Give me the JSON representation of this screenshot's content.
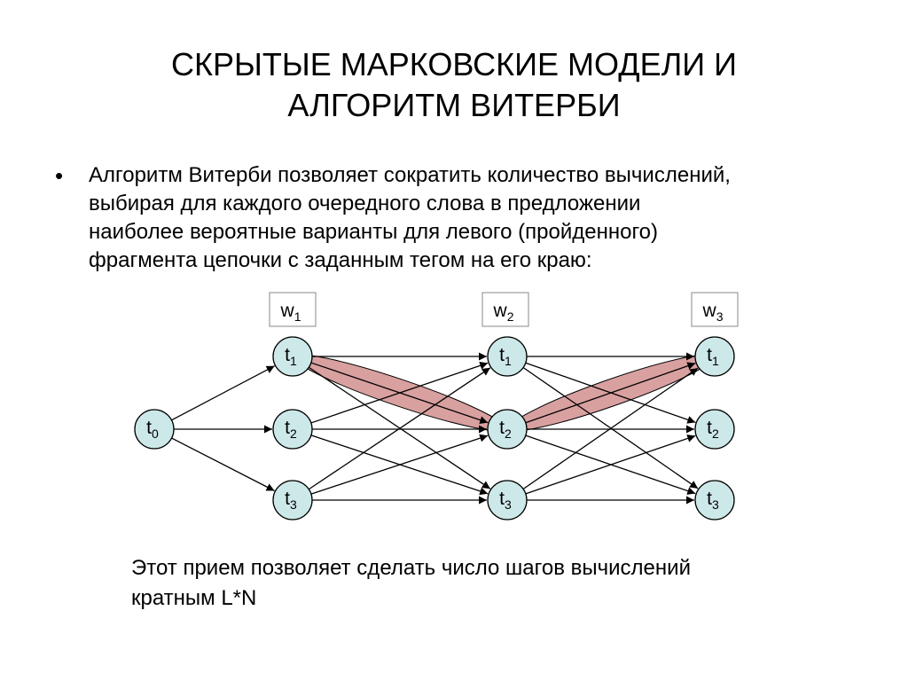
{
  "title": {
    "line1": "СКРЫТЫЕ МАРКОВСКИЕ МОДЕЛИ И",
    "line2": "АЛГОРИТМ ВИТЕРБИ"
  },
  "bullet": {
    "marker": "•",
    "lines": [
      "Алгоритм Витерби позволяет сократить количество вычислений,",
      "выбирая для каждого очередного слова в предложении",
      "наиболее вероятные варианты для левого (пройденного)",
      "фрагмента цепочки с заданным тегом на его краю:"
    ]
  },
  "diagram": {
    "colors": {
      "node_fill": "#cde8e8",
      "node_stroke": "#000000",
      "highlight_fill": "#d9a0a0",
      "edge": "#000000"
    },
    "words": [
      {
        "id": "w1",
        "base": "w",
        "sub": "1"
      },
      {
        "id": "w2",
        "base": "w",
        "sub": "2"
      },
      {
        "id": "w3",
        "base": "w",
        "sub": "3"
      }
    ],
    "nodes": [
      {
        "id": "t0",
        "base": "t",
        "sub": "0"
      },
      {
        "id": "c1t1",
        "base": "t",
        "sub": "1"
      },
      {
        "id": "c1t2",
        "base": "t",
        "sub": "2"
      },
      {
        "id": "c1t3",
        "base": "t",
        "sub": "3"
      },
      {
        "id": "c2t1",
        "base": "t",
        "sub": "1"
      },
      {
        "id": "c2t2",
        "base": "t",
        "sub": "2"
      },
      {
        "id": "c2t3",
        "base": "t",
        "sub": "3"
      },
      {
        "id": "c3t1",
        "base": "t",
        "sub": "1"
      },
      {
        "id": "c3t2",
        "base": "t",
        "sub": "2"
      },
      {
        "id": "c3t3",
        "base": "t",
        "sub": "3"
      }
    ],
    "edges": [
      [
        "t0",
        "c1t1"
      ],
      [
        "t0",
        "c1t2"
      ],
      [
        "t0",
        "c1t3"
      ],
      [
        "c1t1",
        "c2t1"
      ],
      [
        "c1t1",
        "c2t2"
      ],
      [
        "c1t1",
        "c2t3"
      ],
      [
        "c1t2",
        "c2t1"
      ],
      [
        "c1t2",
        "c2t2"
      ],
      [
        "c1t2",
        "c2t3"
      ],
      [
        "c1t3",
        "c2t1"
      ],
      [
        "c1t3",
        "c2t2"
      ],
      [
        "c1t3",
        "c2t3"
      ],
      [
        "c2t1",
        "c3t1"
      ],
      [
        "c2t1",
        "c3t2"
      ],
      [
        "c2t1",
        "c3t3"
      ],
      [
        "c2t2",
        "c3t1"
      ],
      [
        "c2t2",
        "c3t2"
      ],
      [
        "c2t2",
        "c3t3"
      ],
      [
        "c2t3",
        "c3t1"
      ],
      [
        "c2t3",
        "c3t2"
      ],
      [
        "c2t3",
        "c3t3"
      ]
    ],
    "highlighted_path": [
      [
        "c1t1",
        "c2t2"
      ],
      [
        "c2t2",
        "c3t1"
      ]
    ]
  },
  "footnote": {
    "lines": [
      "Этот прием позволяет сделать число шагов вычислений",
      "кратным L*N"
    ]
  }
}
